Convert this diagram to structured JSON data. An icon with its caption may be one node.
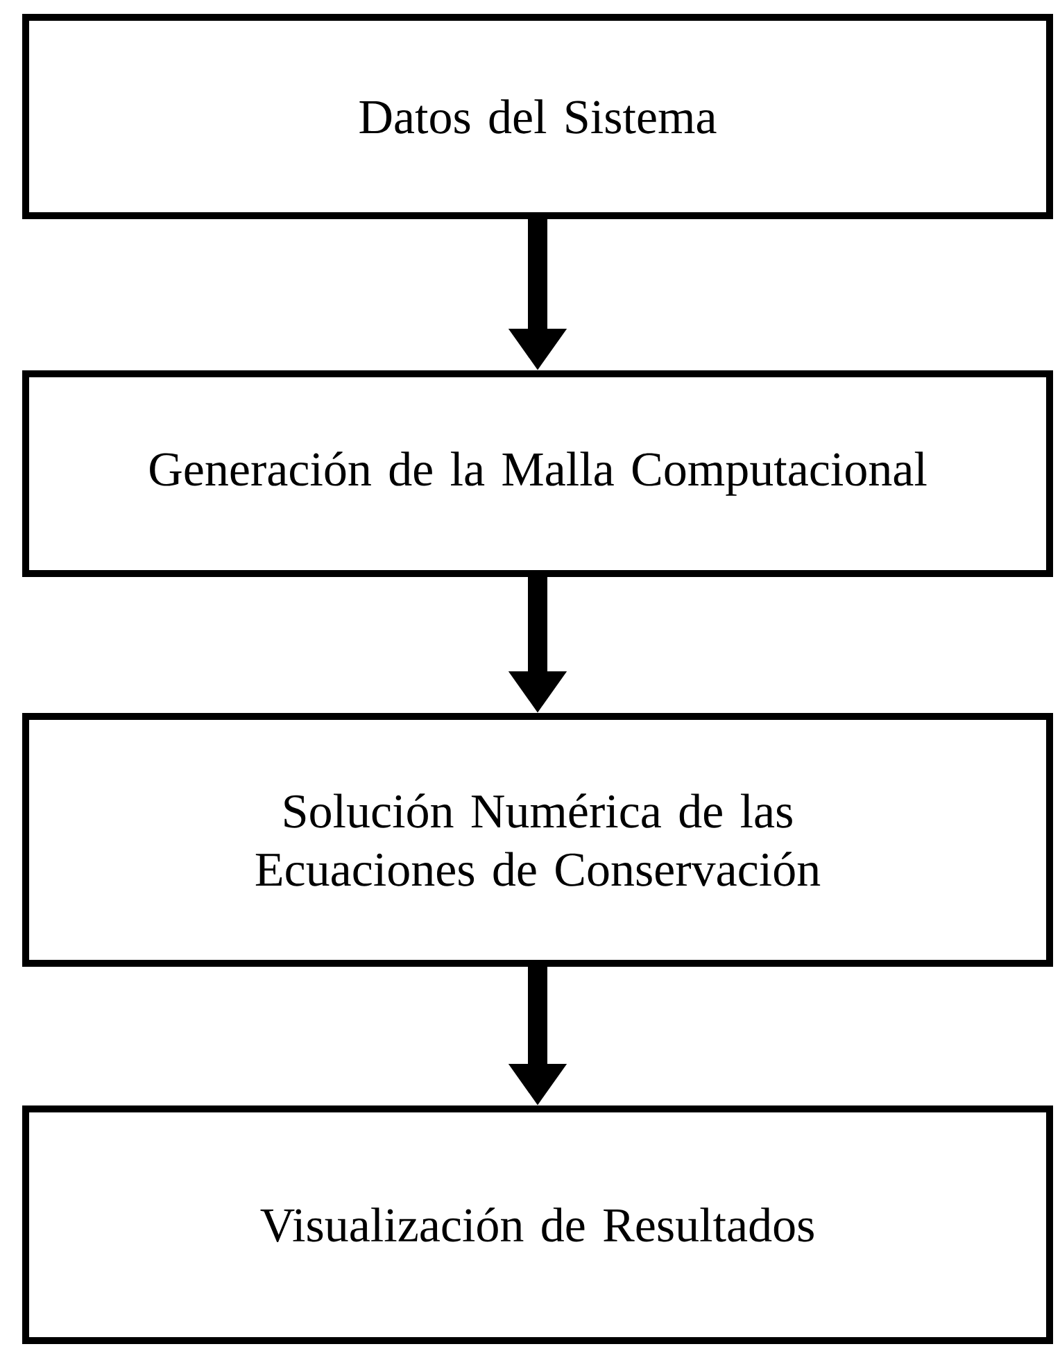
{
  "diagram": {
    "nodes": [
      {
        "text": [
          "Datos del Sistema"
        ]
      },
      {
        "text": [
          "Generación de la Malla Computacional"
        ]
      },
      {
        "text": [
          "Solución Numérica de las Ecuaciones de Conservación"
        ]
      },
      {
        "text": [
          "Visualización de Resultados"
        ]
      }
    ],
    "edges": [
      {
        "from": 0,
        "to": 1,
        "arrow": "to"
      },
      {
        "from": 1,
        "to": 2,
        "arrow": "to"
      },
      {
        "from": 2,
        "to": 3,
        "arrow": "to"
      }
    ]
  }
}
